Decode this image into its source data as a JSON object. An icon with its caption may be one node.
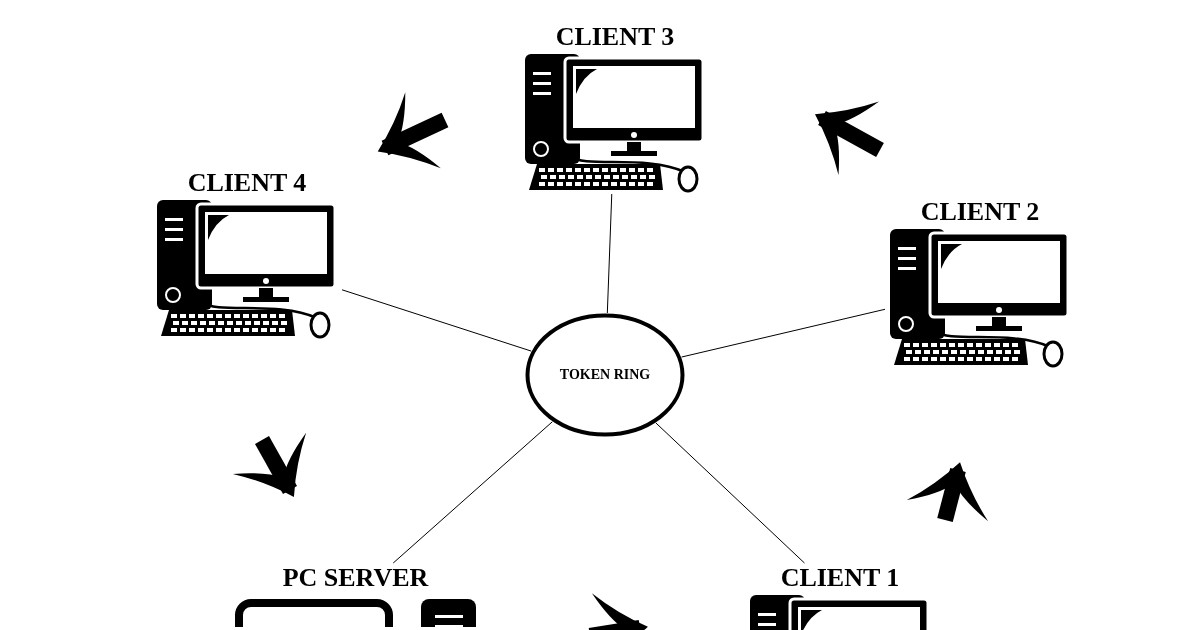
{
  "diagram": {
    "nodes": [
      {
        "text": [
          "CLIENT 3"
        ]
      },
      {
        "text": [
          "CLIENT 4"
        ]
      },
      {
        "text": [
          "CLIENT 2"
        ]
      },
      {
        "text": [
          "TOKEN RING"
        ]
      },
      {
        "text": [
          "PC SERVER"
        ]
      },
      {
        "text": [
          "CLIENT 1"
        ]
      }
    ],
    "edges": [
      {
        "from": 3,
        "to": 0,
        "arrow": "none"
      },
      {
        "from": 3,
        "to": 1,
        "arrow": "none"
      },
      {
        "from": 3,
        "to": 2,
        "arrow": "none"
      },
      {
        "from": 3,
        "to": 4,
        "arrow": "none"
      },
      {
        "from": 3,
        "to": 5,
        "arrow": "none"
      }
    ]
  }
}
